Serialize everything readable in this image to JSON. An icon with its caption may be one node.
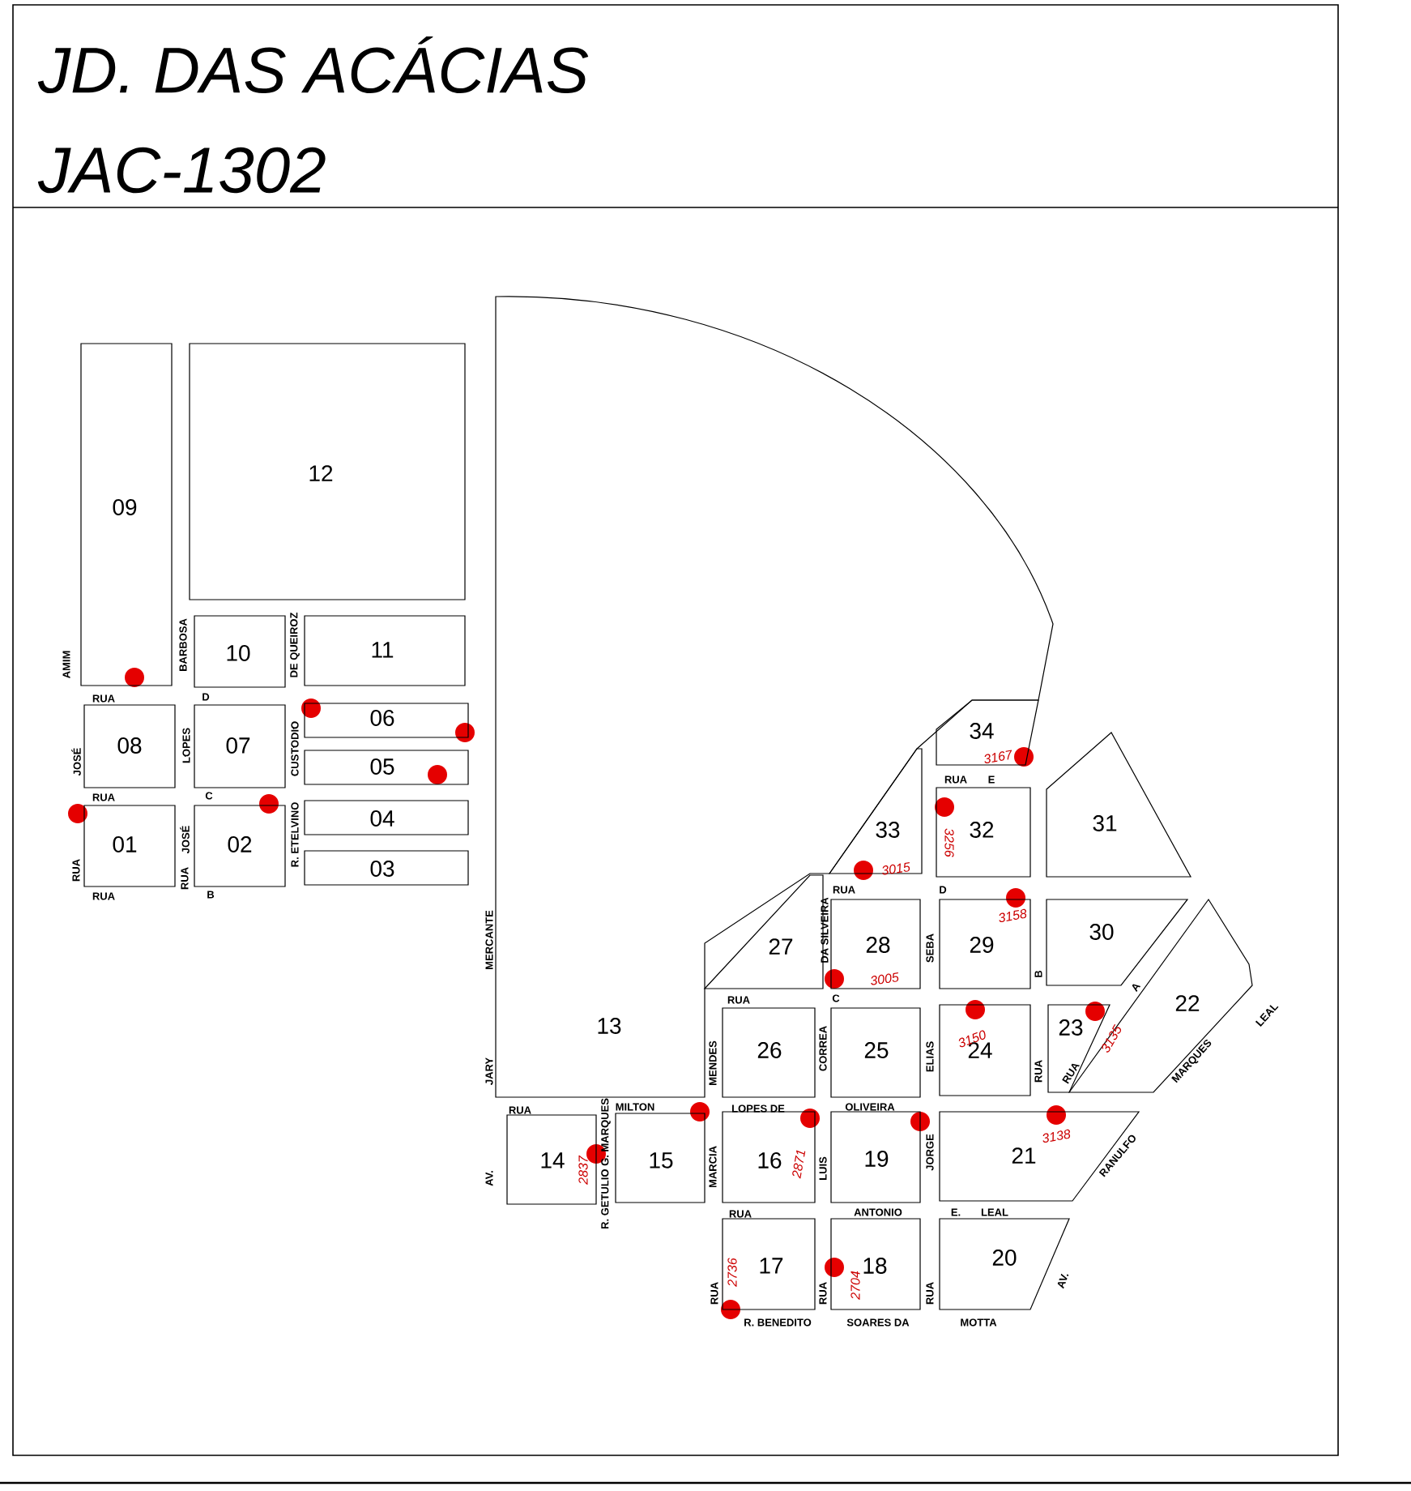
{
  "diagram": {
    "title": "JD. DAS ACÁCIAS",
    "nodes": [
      {
        "text": [
          "09"
        ]
      },
      {
        "text": [
          "12"
        ]
      },
      {
        "text": [
          "10"
        ]
      },
      {
        "text": [
          "11"
        ]
      },
      {
        "text": [
          "08"
        ]
      },
      {
        "text": [
          "07"
        ]
      },
      {
        "text": [
          "06"
        ]
      },
      {
        "text": [
          "05"
        ]
      },
      {
        "text": [
          "04"
        ]
      },
      {
        "text": [
          "03"
        ]
      },
      {
        "text": [
          "01"
        ]
      },
      {
        "text": [
          "02"
        ]
      },
      {
        "text": [
          "13"
        ]
      },
      {
        "text": [
          "34"
        ]
      },
      {
        "text": [
          "33"
        ]
      },
      {
        "text": [
          "32"
        ]
      },
      {
        "text": [
          "31"
        ]
      },
      {
        "text": [
          "27"
        ]
      },
      {
        "text": [
          "28"
        ]
      },
      {
        "text": [
          "29"
        ]
      },
      {
        "text": [
          "30"
        ]
      },
      {
        "text": [
          "22"
        ]
      },
      {
        "text": [
          "26"
        ]
      },
      {
        "text": [
          "25"
        ]
      },
      {
        "text": [
          "24"
        ]
      },
      {
        "text": [
          "23"
        ]
      },
      {
        "text": [
          "14"
        ]
      },
      {
        "text": [
          "15"
        ]
      },
      {
        "text": [
          "16"
        ]
      },
      {
        "text": [
          "19"
        ]
      },
      {
        "text": [
          "21"
        ]
      },
      {
        "text": [
          "17"
        ]
      },
      {
        "text": [
          "18"
        ]
      },
      {
        "text": [
          "20"
        ]
      }
    ],
    "labels": [
      "JAC-1302",
      "AMIM",
      "BARBOSA",
      "DE QUEIROZ",
      "RUA",
      "D",
      "JOSÉ",
      "LOPES",
      "CUSTODIO",
      "RUA",
      "C",
      "RUA",
      "JOSÉ",
      "RUA",
      "R. ETELVINO",
      "RUA",
      "B",
      "MERCANTE",
      "JARY",
      "RUA",
      "MILTON",
      "AV.",
      "R. GETULIO G. MARQUES",
      "RUA",
      "E",
      "RUA",
      "DA SILVEIRA",
      "D",
      "SEBA",
      "B",
      "A",
      "RUA",
      "C",
      "MENDES",
      "CORREA",
      "ELIAS",
      "RUA",
      "RUA",
      "MARQUES",
      "LEAL",
      "LOPES DE",
      "OLIVEIRA",
      "MARCIA",
      "LUIS",
      "JORGE",
      "RANULFO",
      "RUA",
      "ANTONIO",
      "E.",
      "LEAL",
      "RUA",
      "RUA",
      "RUA",
      "AV.",
      "R. BENEDITO",
      "SOARES DA",
      "MOTTA",
      "3167",
      "3256",
      "3015",
      "3158",
      "3005",
      "3150",
      "3135",
      "3138",
      "2837",
      "2871",
      "2736",
      "2704"
    ]
  }
}
